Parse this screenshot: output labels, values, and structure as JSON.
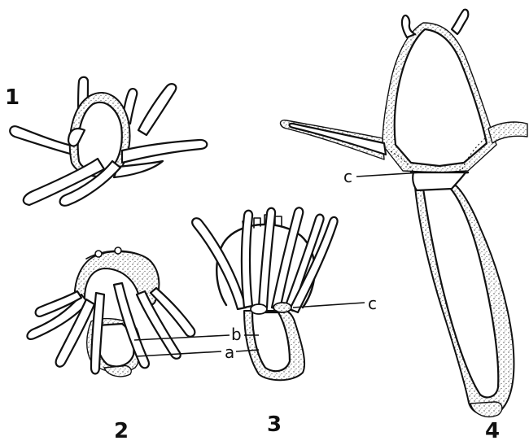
{
  "figure": {
    "panels": [
      {
        "number": "1"
      },
      {
        "number": "2",
        "labels": [
          "b",
          "a"
        ]
      },
      {
        "number": "3",
        "labels": [
          "c"
        ]
      },
      {
        "number": "4",
        "labels": [
          "c"
        ]
      }
    ]
  }
}
